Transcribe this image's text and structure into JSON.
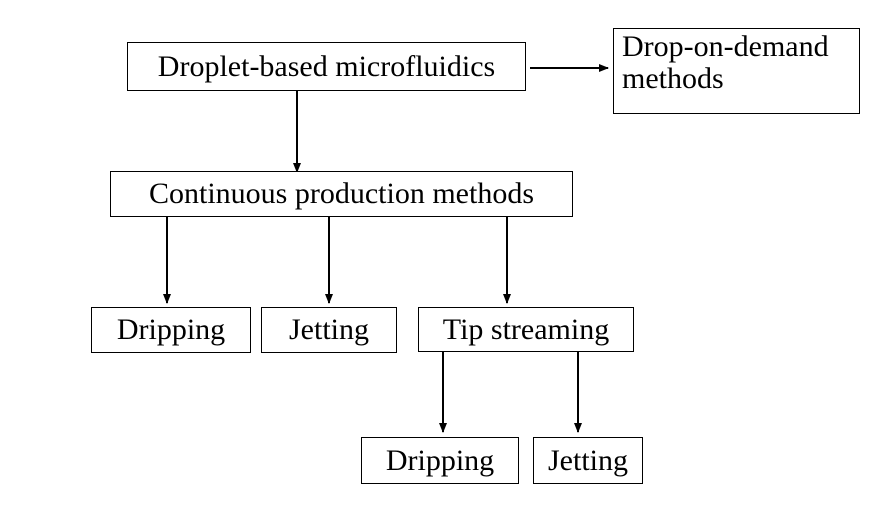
{
  "diagram": {
    "root": {
      "label": "Droplet-based microfluidics"
    },
    "drop_on_demand": {
      "label_lines": [
        "Drop-on-demand",
        "methods"
      ]
    },
    "continuous": {
      "label": "Continuous production methods"
    },
    "dripping_1": {
      "label": "Dripping"
    },
    "jetting_1": {
      "label": "Jetting"
    },
    "tip_streaming": {
      "label": "Tip streaming"
    },
    "dripping_2": {
      "label": "Dripping"
    },
    "jetting_2": {
      "label": "Jetting"
    }
  },
  "colors": {
    "stroke": "#000000",
    "background": "#ffffff"
  }
}
